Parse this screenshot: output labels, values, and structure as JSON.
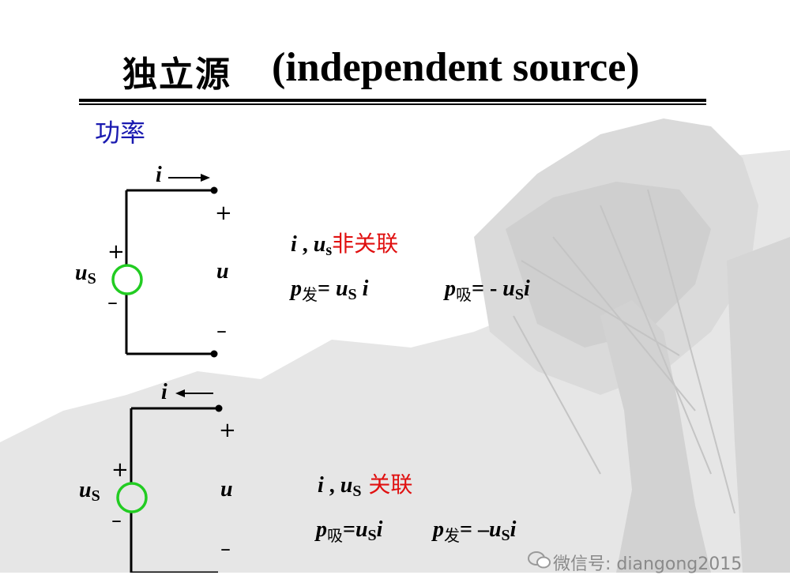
{
  "title": {
    "zh": "独立源",
    "en": "(independent source)"
  },
  "subtitle": "功率",
  "circuit1": {
    "current_label": "i",
    "source_label": "u",
    "source_sub": "S",
    "src_plus": "+",
    "src_minus": "–",
    "volt_label": "u",
    "volt_plus": "+",
    "volt_minus": "–"
  },
  "eq1": {
    "cond_i": "i",
    "cond_sep": " , ",
    "cond_u": "u",
    "cond_sub": "s",
    "relation": "非关联",
    "p1": "p",
    "p1_sub": "发",
    "p1_rhs": "= ",
    "p1_u": "u",
    "p1_usub": "S",
    "p1_i": " i",
    "p2": "p",
    "p2_sub": "吸",
    "p2_rhs": "= - ",
    "p2_u": "u",
    "p2_usub": "S",
    "p2_i": "i"
  },
  "circuit2": {
    "current_label": "i",
    "source_label": "u",
    "source_sub": "S",
    "src_plus": "+",
    "src_minus": "–",
    "volt_label": "u",
    "volt_plus": "+",
    "volt_minus": "–"
  },
  "eq2": {
    "cond_i": "i",
    "cond_sep": " , ",
    "cond_u": "u",
    "cond_sub": "S",
    "relation": " 关联",
    "p1": "p",
    "p1_sub": "吸",
    "p1_rhs": "=",
    "p1_u": "u",
    "p1_usub": "S",
    "p1_i": "i",
    "p2": "p",
    "p2_sub": "发",
    "p2_rhs": "=  –",
    "p2_u": "u",
    "p2_usub": "S",
    "p2_i": "i"
  },
  "watermark": "微信号: diangong2015",
  "colors": {
    "source_circle": "#22cc22",
    "relation": "#e01010",
    "subtitle": "#1a1ab0"
  }
}
